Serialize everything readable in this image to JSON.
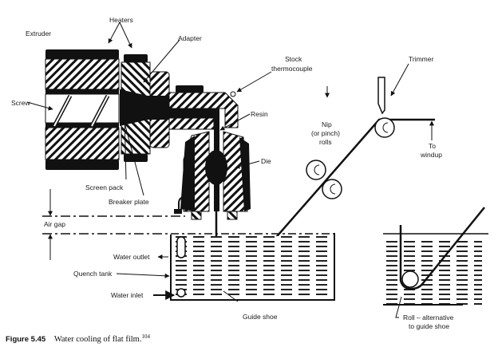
{
  "figure": {
    "number_label": "Figure 5.45",
    "title": "Water cooling of flat film.",
    "reference": "104"
  },
  "labels": {
    "extruder": "Extruder",
    "heaters": "Heaters",
    "adapter": "Adapter",
    "stock_thermocouple_1": "Stock",
    "stock_thermocouple_2": "thermocouple",
    "screw": "Screw",
    "resin": "Resin",
    "die": "Die",
    "screen_pack": "Screen pack",
    "breaker_plate": "Breaker plate",
    "air_gap": "Air gap",
    "water_outlet": "Water outlet",
    "quench_tank": "Quench tank",
    "water_inlet": "Water inlet",
    "guide_shoe": "Guide shoe",
    "nip_1": "Nip",
    "nip_2": "(or pinch)",
    "nip_3": "rolls",
    "trimmer": "Trimmer",
    "to_windup_1": "To",
    "to_windup_2": "windup",
    "roll_alt_1": "Roll – alternative",
    "roll_alt_2": "to guide shoe"
  }
}
